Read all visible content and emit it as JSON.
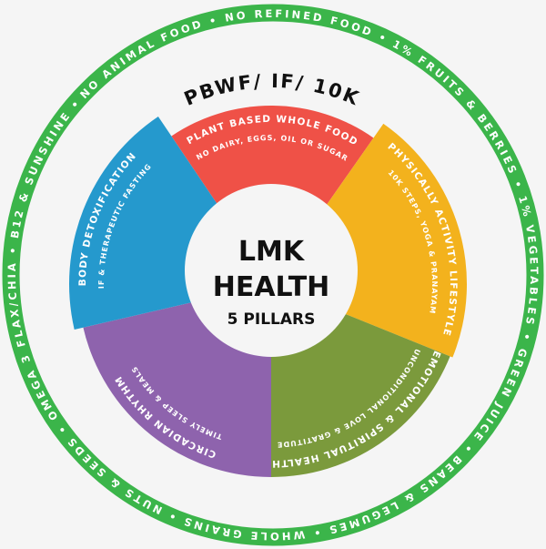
{
  "colors": {
    "background": "#f5f5f5",
    "ring": "#3bb54a",
    "center": "#f5f5f5"
  },
  "outer_ring_items": [
    "NO ANIMAL FOOD",
    "NO REFINED FOOD",
    "1% FRUITS & BERRIES",
    "1% VEGETABLES",
    "GREEN JUICE",
    "BEANS & LEGUMES",
    "WHOLE GRAINS",
    "NUTS & SEEDS",
    "OMEGA 3 FLAX/CHIA",
    "B12 & SUNSHINE"
  ],
  "separator": " • ",
  "arc_title": "PBWF/ IF/ 10K",
  "center": {
    "line1": "LMK",
    "line2": "HEALTH",
    "line3": "5 PILLARS"
  },
  "pillars": [
    {
      "title": "PLANT BASED WHOLE FOOD",
      "subtitle": "NO DAIRY, EGGS, OIL OR SUGAR",
      "color": "#ef5147"
    },
    {
      "title": "PHYSICALLY ACTIVITY LIFESTYLE",
      "subtitle": "10K STEPS, YOGA & PRANAYAM",
      "color": "#f3b21d"
    },
    {
      "title": "EMOTIONAL & SPIRITUAL HEALTH",
      "subtitle": "UNCONDITIONAL LOVE & GRATITUDE",
      "color": "#7b9a3c"
    },
    {
      "title": "CIRCADIAN RHYTHM",
      "subtitle": "TIMELY SLEEP & MEALS",
      "color": "#8e63ad"
    },
    {
      "title": "BODY DETOXIFICATION",
      "subtitle": "IF & THERAPEUTIC FASTING",
      "color": "#2599cd"
    }
  ]
}
